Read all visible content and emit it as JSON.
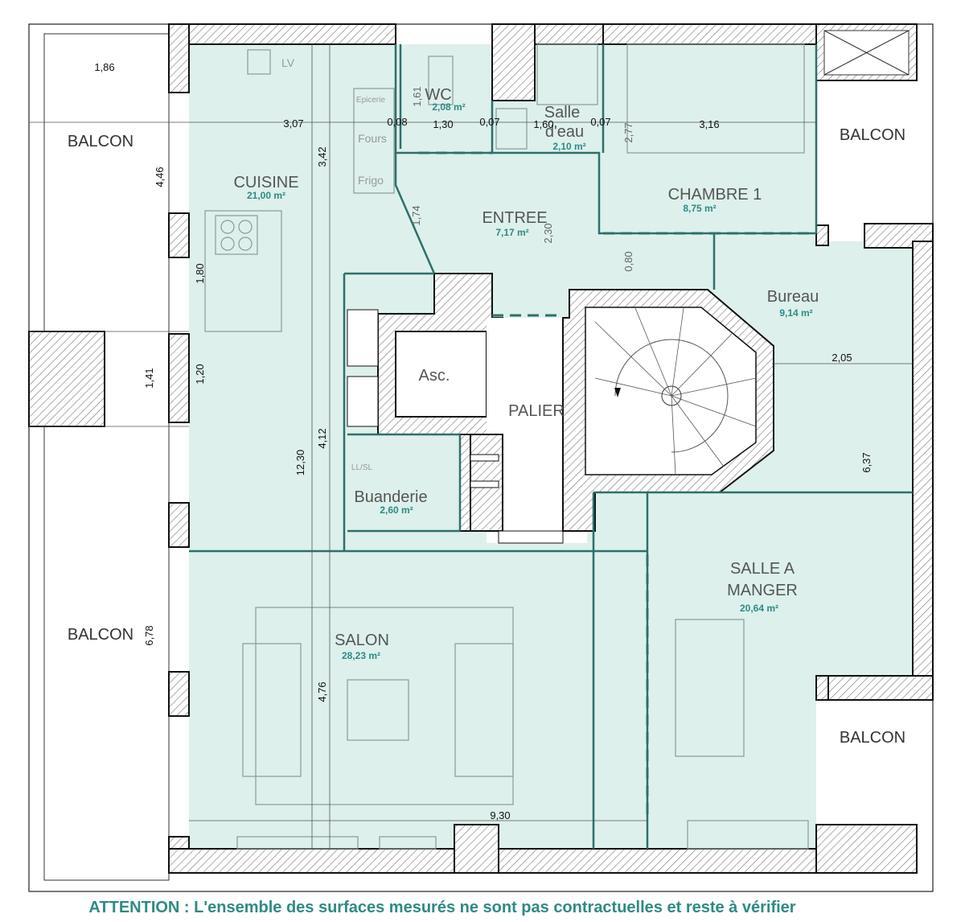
{
  "plan": {
    "balconies": [
      "BALCON",
      "BALCON",
      "BALCON",
      "BALCON"
    ],
    "rooms": {
      "cuisine": {
        "name": "CUISINE",
        "area": "21,00 m²"
      },
      "wc": {
        "name": "WC",
        "area": "2,08 m²"
      },
      "salle_eau": {
        "name1": "Salle",
        "name2": "d'eau",
        "area": "2,10 m²"
      },
      "chambre1": {
        "name": "CHAMBRE 1",
        "area": "8,75 m²"
      },
      "entree": {
        "name": "ENTREE",
        "area": "7,17 m²"
      },
      "bureau": {
        "name": "Bureau",
        "area": "9,14 m²"
      },
      "asc": {
        "name": "Asc."
      },
      "palier": {
        "name": "PALIER"
      },
      "buanderie": {
        "name": "Buanderie",
        "area": "2,60 m²"
      },
      "salon": {
        "name": "SALON",
        "area": "28,23 m²"
      },
      "salle_manger": {
        "name1": "SALLE A",
        "name2": "MANGER",
        "area": "20,64 m²"
      }
    },
    "fixtures": {
      "lv": "LV",
      "epicerie": "Epicerie",
      "fours": "Fours",
      "frigo": "Frigo",
      "llsl": "LL/SL"
    },
    "dimensions": {
      "d186": "1,86",
      "d446": "4,46",
      "d180": "1,80",
      "d141": "1,41",
      "d120": "1,20",
      "d678": "6,78",
      "d307": "3,07",
      "d008": "0,08",
      "d130": "1,30",
      "d007a": "0,07",
      "d160": "1,60",
      "d007b": "0,07",
      "d316": "3,16",
      "d342": "3,42",
      "d1230": "12,30",
      "d412": "4,12",
      "d476": "4,76",
      "d161": "1,61",
      "d174": "1,74",
      "d230": "2,30",
      "d277": "2,77",
      "d080": "0,80",
      "d205": "2,05",
      "d637": "6,37",
      "d930": "9,30"
    }
  },
  "footer": "ATTENTION : L'ensemble des surfaces mesurés ne sont pas contractuelles et reste à vérifier",
  "colors": {
    "fill": "#ddf0ec",
    "accent": "#2e8a84",
    "wall": "#111111"
  }
}
